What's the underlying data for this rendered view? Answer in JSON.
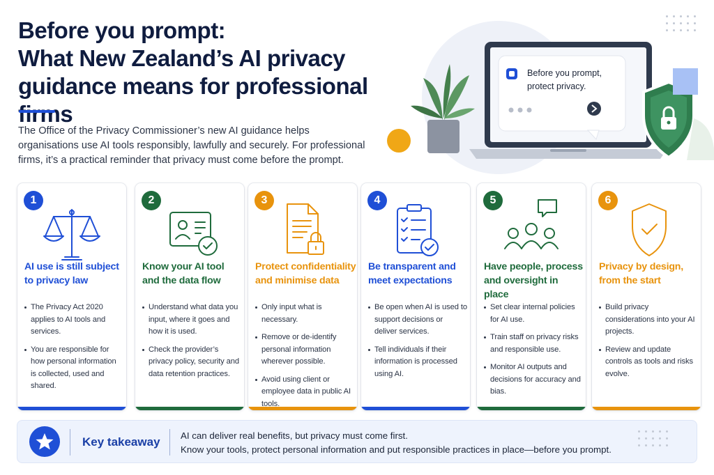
{
  "header": {
    "title_lines": [
      "Before you prompt:",
      "What New Zealand’s AI privacy",
      "guidance means for professional firms"
    ],
    "intro": "The Office of the Privacy Commissioner’s new AI guidance helps organisations use AI tools responsibly, lawfully and securely. For professional firms, it’s a practical reminder that privacy must come before the prompt."
  },
  "hero": {
    "chat_bubble_text": "Before you prompt, protect privacy.",
    "icons": [
      "laptop-icon",
      "plant-icon",
      "shield-lock-icon",
      "send-arrow-icon"
    ]
  },
  "colors": {
    "blue": "#1f4fd6",
    "green": "#1f6b3c",
    "orange": "#e8930d",
    "navy": "#0f1c3f"
  },
  "cards": [
    {
      "number": "1",
      "color": "blue",
      "icon": "scales-icon",
      "title": "AI use is still subject to privacy law",
      "bullets": [
        "The Privacy Act 2020 applies to AI tools and services.",
        "You are responsible for how personal information is collected, used and shared."
      ]
    },
    {
      "number": "2",
      "color": "green",
      "icon": "id-card-check-icon",
      "title": "Know your AI tool and the data flow",
      "bullets": [
        "Understand what data you input, where it goes and how it is used.",
        "Check the provider’s privacy policy, security and data retention practices."
      ]
    },
    {
      "number": "3",
      "color": "orange",
      "icon": "document-lock-icon",
      "title": "Protect confidentiality and minimise data",
      "bullets": [
        "Only input what is necessary.",
        "Remove or de-identify personal information wherever possible.",
        "Avoid using client or employee data in public AI tools."
      ]
    },
    {
      "number": "4",
      "color": "blue",
      "icon": "clipboard-checklist-icon",
      "title": "Be transparent and meet expectations",
      "bullets": [
        "Be open when AI is used to support decisions or deliver services.",
        "Tell individuals if their information is processed using AI."
      ]
    },
    {
      "number": "5",
      "color": "green",
      "icon": "people-chat-icon",
      "title": "Have people, process and oversight in place",
      "bullets": [
        "Set clear internal policies for AI use.",
        "Train staff on privacy risks and responsible use.",
        "Monitor AI outputs and decisions for accuracy and bias."
      ]
    },
    {
      "number": "6",
      "color": "orange",
      "icon": "shield-check-icon",
      "title": "Privacy by design, from the start",
      "bullets": [
        "Build privacy considerations into your AI projects.",
        "Review and update controls as tools and risks evolve."
      ]
    }
  ],
  "takeaway": {
    "icon": "star-icon",
    "label": "Key takeaway",
    "lines": [
      "AI can deliver real benefits, but privacy must come first.",
      "Know your tools, protect personal information and put responsible practices in place—before you prompt."
    ]
  }
}
